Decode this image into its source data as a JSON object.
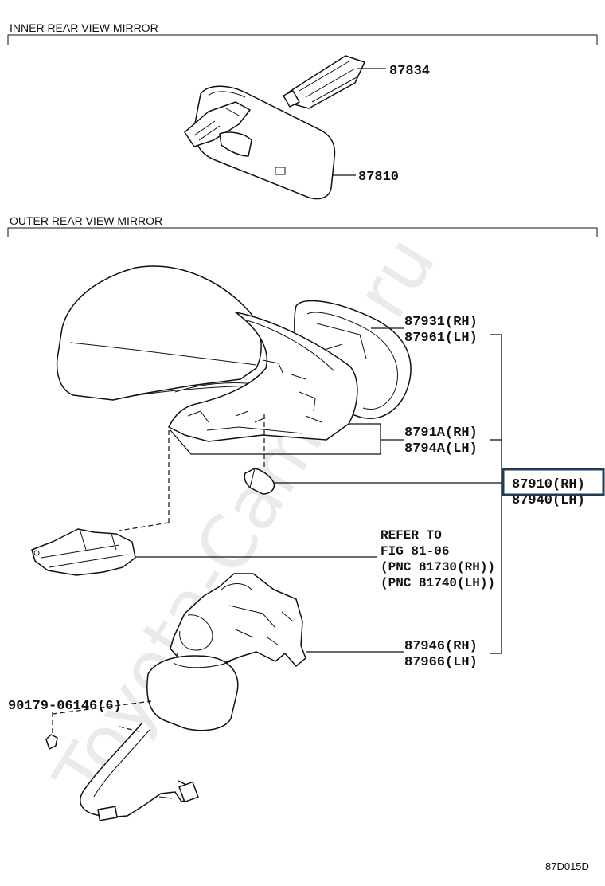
{
  "sections": {
    "inner_title": "INNER REAR VIEW MIRROR",
    "outer_title": "OUTER REAR VIEW MIRROR"
  },
  "parts": {
    "p87834": "87834",
    "p87810": "87810",
    "p87931": "87931(RH)",
    "p87961": "87961(LH)",
    "p8791A": "8791A(RH)",
    "p8794A": "8794A(LH)",
    "p87910": "87910(RH)",
    "p87940": "87940(LH)",
    "p87946": "87946(RH)",
    "p87966": "87966(LH)",
    "p90179": "90179-06146(6)"
  },
  "refer": {
    "line1": "REFER TO",
    "line2": "FIG 81-06",
    "line3": "(PNC 81730(RH))",
    "line4": "(PNC 81740(LH))"
  },
  "highlight": {
    "part": "87910(RH)",
    "color": "#1f3b55"
  },
  "diagram_code": "87D015D",
  "watermark": "Toyota-Camine.ru"
}
